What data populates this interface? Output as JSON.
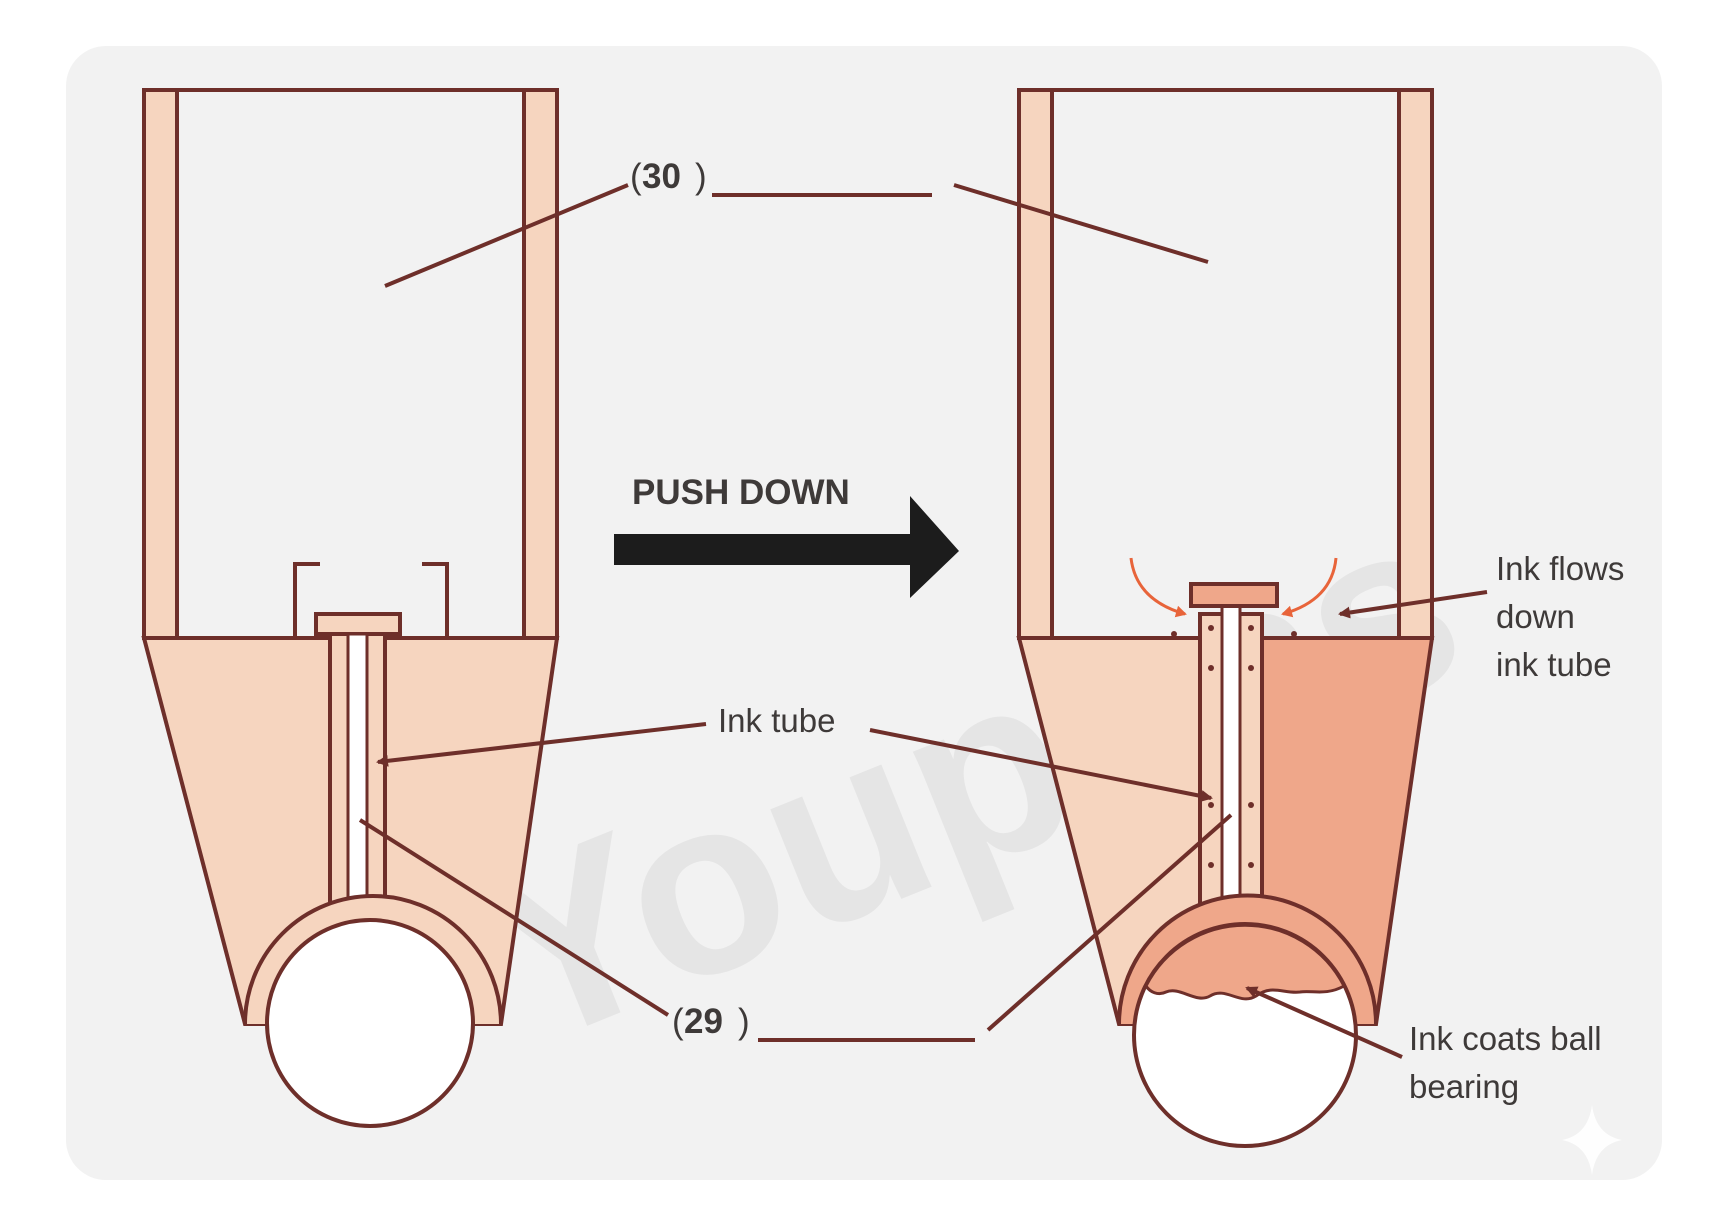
{
  "labels": {
    "label_30": "30",
    "label_29": "29",
    "push_down": "PUSH DOWN",
    "ink_tube": "Ink tube",
    "ink_flows": [
      "Ink flows",
      "down",
      "ink tube"
    ],
    "ink_coats": [
      "Ink coats ball",
      "bearing"
    ],
    "watermark": "Youpass"
  },
  "colors": {
    "card_bg": "#f2f2f2",
    "outline": "#6e2f2a",
    "body_fill": "#f6d5bf",
    "ink_fill": "#efa78a",
    "arrow": "#1c1c1c",
    "orange_arrow": "#e8643a",
    "text": "#3e3a39"
  }
}
